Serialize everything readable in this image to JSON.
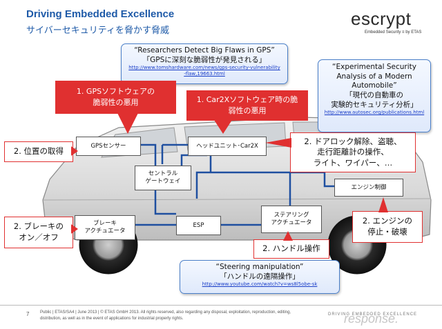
{
  "header": {
    "title": "Driving Embedded Excellence",
    "subtitle": "サイバーセキュリティを脅かす脅威"
  },
  "logo": {
    "name": "escrypt",
    "tagline": "Embedded Security ≡ by ETAS"
  },
  "callouts": {
    "gps": {
      "title_en": "“Researchers Detect Big Flaws in GPS”",
      "title_jp": "「GPSに深刻な脆弱性が発見される」",
      "link": "http://www.tomshardware.com/news/gps-security-vulnerability-flaw,19663.html"
    },
    "auto": {
      "line1": "“Experimental Security",
      "line2": "Analysis of a Modern",
      "line3": "Automobile”",
      "jp1": "「現代の自動車の",
      "jp2": "実験的セキュリティ分析」",
      "link": "http://www.autosec.org/publications.html"
    },
    "steering": {
      "title_en": "“Steering manipulation”",
      "title_jp": "「ハンドルの遠隔操作」",
      "link": "http://www.youtube.com/watch?v=ws8l5obe-sk"
    }
  },
  "threats": {
    "gps_abuse": "1. GPSソフトウェアの\n脆弱性の悪用",
    "car2x_abuse": "1. Car2Xソフトウェア時の脆\n弱性の悪用",
    "position": "2. 位置の取得",
    "door": "2. ドアロック解除、盗聴、\n走行距離計の操作、\nライト、ワイパー、…",
    "brake": "2. ブレーキの\nオン／オフ",
    "engine": "2. エンジンの\n停止・破壊",
    "steering": "2. ハンドル操作"
  },
  "ecus": {
    "gps": "GPSセンサー",
    "headunit": "ヘッドユニット･Car2X",
    "gateway": "セントラル\nゲートウェイ",
    "engine": "エンジン制御",
    "steering": "ステアリング\nアクチュエータ",
    "esp": "ESP",
    "brake": "ブレーキ\nアクチュエータ"
  },
  "footer": {
    "page": "7",
    "text": "Public | ETAS/SA4 | June 2013 | © ETAS GmbH 2013. All rights reserved, also regarding any disposal, exploitation, reproduction, editing, distribution, as well as in the event of applications for industrial property rights.",
    "brand": "DRIVING EMBEDDED EXCELLENCE",
    "watermark": "response."
  },
  "colors": {
    "title_blue": "#1e5aa8",
    "threat_red": "#e03030",
    "callout_border": "#4a7fc9",
    "bus_blue": "#1e4fa0"
  }
}
